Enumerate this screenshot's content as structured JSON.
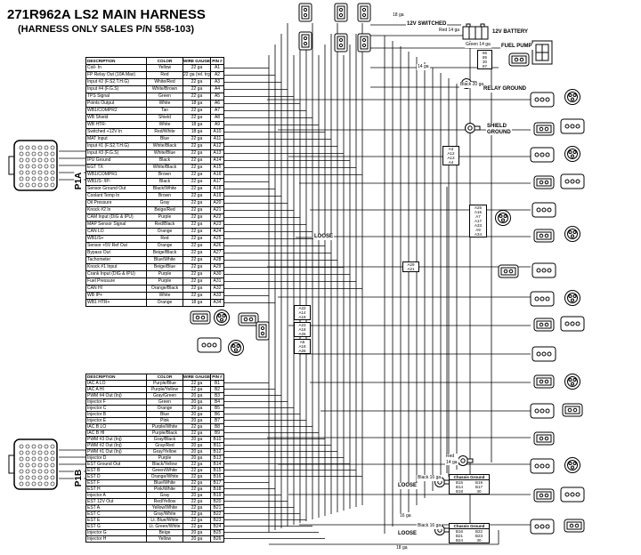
{
  "title": {
    "line1": "271R962A LS2 MAIN HARNESS",
    "line2": "(HARNESS ONLY SALES P/N 558-103)"
  },
  "connectors": {
    "p1a_label": "P1A",
    "p1b_label": "P1B"
  },
  "tables": {
    "p1a": {
      "headers": [
        "DESCRIPTION",
        "COLOR",
        "WIRE GAUGE",
        "PIN #"
      ],
      "rows": [
        [
          "Coil- In",
          "Yellow",
          "22 ga",
          "A1"
        ],
        [
          "FP Relay Out (10A Max)",
          "Red",
          "22 ga (rel. trg.)",
          "A2"
        ],
        [
          "Input #2 (F.S2.T.H.G)",
          "White/Red",
          "22 ga",
          "A3"
        ],
        [
          "Input #4 (F.G.S)",
          "White/Brown",
          "22 ga",
          "A4"
        ],
        [
          "TPS Signal",
          "Green",
          "22 ga",
          "A5"
        ],
        [
          "Points Output",
          "White",
          "18 ga",
          "A6"
        ],
        [
          "WB1/COMPR2",
          "Tan",
          "22 ga",
          "A7"
        ],
        [
          "WB Shield",
          "Shield",
          "22 ga",
          "A8"
        ],
        [
          "WB HTR-",
          "White",
          "18 ga",
          "A9"
        ],
        [
          "Switched +12V In",
          "Red/White",
          "18 ga",
          "A10"
        ],
        [
          "MAT Input",
          "Blue",
          "22 ga",
          "A11"
        ],
        [
          "Input #1 (F.S2.T.H.G)",
          "White/Black",
          "22 ga",
          "A12"
        ],
        [
          "Input #3 (F.G.S)",
          "White/Blue",
          "22 ga",
          "A13"
        ],
        [
          "IPU Ground",
          "Black",
          "22 ga",
          "A14"
        ],
        [
          "EGT TX",
          "White/Black",
          "22 ga",
          "A15"
        ],
        [
          "WB1/COMPR1",
          "Brown",
          "22 ga",
          "A16"
        ],
        [
          "WB1/S- /IP-",
          "Black",
          "22 ga",
          "A17"
        ],
        [
          "Sensor Ground Out",
          "Black/White",
          "22 ga",
          "A18"
        ],
        [
          "Coolant Temp In",
          "Brown",
          "22 ga",
          "A19"
        ],
        [
          "Oil Pressure",
          "Gray",
          "22 ga",
          "A20"
        ],
        [
          "Knock #2 In",
          "Beige/Red",
          "22 ga",
          "A21"
        ],
        [
          "CAM Input (DIG & IPU)",
          "Purple",
          "22 ga",
          "A22"
        ],
        [
          "MAP Sensor Signal",
          "Red/Black",
          "22 ga",
          "A23"
        ],
        [
          "CAN LO",
          "Orange",
          "22 ga",
          "A24"
        ],
        [
          "WB1/S+",
          "Red",
          "22 ga",
          "A25"
        ],
        [
          "Sensor +5V Ref Out",
          "Orange",
          "22 ga",
          "A26"
        ],
        [
          "Bypass Out",
          "Beige/Black",
          "22 ga",
          "A27"
        ],
        [
          "Tachometer",
          "Blue/White",
          "22 ga",
          "A28"
        ],
        [
          "Knock #1 Input",
          "Beige/Blue",
          "22 ga",
          "A29"
        ],
        [
          "Crank Input (DIG & IPU)",
          "Purple",
          "22 ga",
          "A30"
        ],
        [
          "Fuel Pressure",
          "Purple",
          "22 ga",
          "A31"
        ],
        [
          "CAN HI",
          "Orange/Black",
          "22 ga",
          "A32"
        ],
        [
          "WB IP+",
          "White",
          "22 ga",
          "A33"
        ],
        [
          "WB1 HTR+",
          "Orange",
          "18 ga",
          "A34"
        ]
      ]
    },
    "p1b": {
      "headers": [
        "DESCRIPTION",
        "COLOR",
        "WIRE GAUGE",
        "PIN #"
      ],
      "rows": [
        [
          "IAC A LO",
          "Purple/Blue",
          "22 ga",
          "B1"
        ],
        [
          "IAC A HI",
          "Purple/Yellow",
          "22 ga",
          "B2"
        ],
        [
          "PWM #4 Out (Inj)",
          "Gray/Green",
          "20 ga",
          "B3"
        ],
        [
          "Injector F",
          "Green",
          "20 ga",
          "B4"
        ],
        [
          "Injector C",
          "Orange",
          "20 ga",
          "B5"
        ],
        [
          "Injector B",
          "Blue",
          "20 ga",
          "B6"
        ],
        [
          "Injector E",
          "Pink",
          "20 ga",
          "B7"
        ],
        [
          "IAC B LO",
          "Purple/White",
          "22 ga",
          "B8"
        ],
        [
          "IAC B HI",
          "Purple/Black",
          "22 ga",
          "B9"
        ],
        [
          "PWM #3 Out (Inj)",
          "Gray/Black",
          "20 ga",
          "B10"
        ],
        [
          "PWM #2 Out (Inj)",
          "Gray/Red",
          "20 ga",
          "B11"
        ],
        [
          "PWM #1 Out (Inj)",
          "Gray/Yellow",
          "20 ga",
          "B12"
        ],
        [
          "Injector D",
          "Purple",
          "20 ga",
          "B13"
        ],
        [
          "EST Ground Out",
          "Black/Yellow",
          "22 ga",
          "B14"
        ],
        [
          "EST B",
          "Green/White",
          "22 ga",
          "B15"
        ],
        [
          "EST D",
          "Orange/White",
          "22 ga",
          "B16"
        ],
        [
          "EST F",
          "Blue/White",
          "22 ga",
          "B17"
        ],
        [
          "EST H",
          "Pink/White",
          "22 ga",
          "B18"
        ],
        [
          "Injector A",
          "Gray",
          "20 ga",
          "B19"
        ],
        [
          "EST 12V Out",
          "Red/Yellow",
          "22 ga",
          "B20"
        ],
        [
          "EST A",
          "Yellow/White",
          "22 ga",
          "B21"
        ],
        [
          "EST C",
          "Gray/White",
          "22 ga",
          "B22"
        ],
        [
          "EST E",
          "Lt. Blue/White",
          "22 ga",
          "B23"
        ],
        [
          "EST G",
          "Lt. Green/White",
          "22 ga",
          "B24"
        ],
        [
          "Injector G",
          "Beige",
          "20 ga",
          "B25"
        ],
        [
          "Injector H",
          "Yellow",
          "20 ga",
          "B26"
        ]
      ]
    }
  },
  "labels": {
    "ga18_top": "18 ga",
    "v12_switched": "12V SWITCHED",
    "red_14ga": "Red 14 ga",
    "v12_battery": "12V BATTERY",
    "green_14ga": "Green 14 ga",
    "fuel_pump": "FUEL PUMP",
    "ga14": "14 ga",
    "black_20ga": "Black 20 ga",
    "relay_ground": "RELAY GROUND",
    "shield_ground": "SHIELD\nGROUND",
    "loose_mid": "LOOSE",
    "red_14ga_b": "Red\n14 ga",
    "black_16ga_1": "Black 16 ga",
    "loose_b1": "LOOSE",
    "ga16": "16 ga",
    "black_16ga_2": "Black 16 ga",
    "loose_b2": "LOOSE",
    "ga18_bottom": "18 ga"
  },
  "pinboxes": {
    "relay": {
      "rows": [
        "86",
        "85",
        "30",
        "87"
      ]
    },
    "inputs": {
      "rows": [
        "A3",
        "A12",
        "A13",
        "A4"
      ]
    },
    "wideband": {
      "rows": [
        "A25",
        "A16",
        "A7",
        "A17",
        "A33",
        "A9",
        "A34"
      ]
    },
    "knock": {
      "rows": [
        "A29",
        "A21"
      ]
    },
    "cam": {
      "rows": [
        "A22",
        "A14",
        "A18"
      ]
    },
    "map": {
      "rows": [
        "A23",
        "A18",
        "A26"
      ]
    },
    "tps": {
      "rows": [
        "A5",
        "A18",
        "A26"
      ]
    },
    "chassis1": {
      "title": "Chassis Ground",
      "rows": [
        "B15",
        "B19",
        "B14",
        "B17",
        "B18",
        "30"
      ]
    },
    "chassis2": {
      "title": "Chassis Ground",
      "rows": [
        "B16",
        "B22",
        "B21",
        "B23",
        "B24",
        "30"
      ]
    }
  }
}
